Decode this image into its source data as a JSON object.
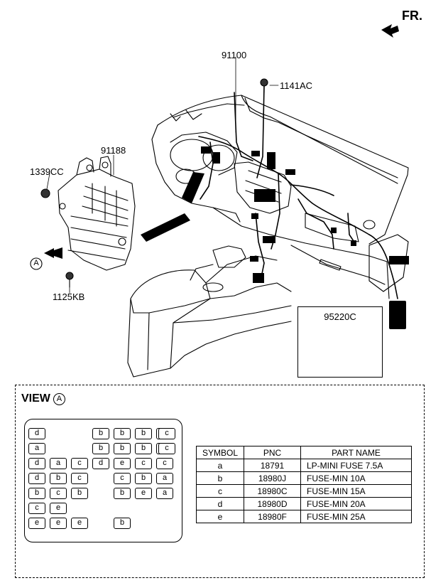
{
  "orientation_label": "FR.",
  "callouts": {
    "harness": "91100",
    "bolt_top": "1141AC",
    "junction_block": "91188",
    "nut": "1339CC",
    "bolt_bottom": "1125KB",
    "view_marker": "A"
  },
  "relay": {
    "code": "95220C"
  },
  "view": {
    "title": "VIEW",
    "marker": "A"
  },
  "fuse_panel": {
    "rows": [
      [
        "d",
        "",
        "",
        "b",
        "b",
        "b",
        "b",
        "c"
      ],
      [
        "a",
        "",
        "",
        "b",
        "b",
        "b",
        "b",
        "c"
      ],
      [
        "d",
        "a",
        "c",
        "d",
        "e",
        "c",
        "c",
        ""
      ],
      [
        "d",
        "b",
        "c",
        "",
        "c",
        "b",
        "a",
        ""
      ],
      [
        "b",
        "c",
        "b",
        "",
        "b",
        "e",
        "a",
        ""
      ],
      [
        "c",
        "e",
        "",
        "",
        "",
        "",
        "",
        ""
      ],
      [
        "e",
        "e",
        "e",
        "",
        "b",
        "",
        "",
        ""
      ]
    ]
  },
  "fuse_table": {
    "headers": [
      "SYMBOL",
      "PNC",
      "PART NAME"
    ],
    "rows": [
      [
        "a",
        "18791",
        "LP-MINI FUSE 7.5A"
      ],
      [
        "b",
        "18980J",
        "FUSE-MIN 10A"
      ],
      [
        "c",
        "18980C",
        "FUSE-MIN 15A"
      ],
      [
        "d",
        "18980D",
        "FUSE-MIN 20A"
      ],
      [
        "e",
        "18980F",
        "FUSE-MIN 25A"
      ]
    ]
  }
}
